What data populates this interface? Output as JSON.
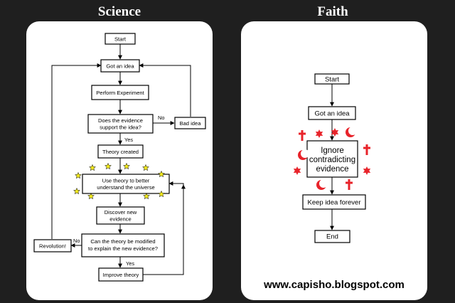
{
  "titles": {
    "science": "Science",
    "faith": "Faith"
  },
  "science": {
    "start": "Start",
    "got_idea": "Got an idea",
    "perform": "Perform Experiment",
    "question1_l1": "Does the evidence",
    "question1_l2": "support the idea?",
    "no1": "No",
    "bad_idea": "Bad idea",
    "yes1": "Yes",
    "theory_created": "Theory created",
    "use_l1": "Use theory to better",
    "use_l2": "understand the universe",
    "discover_l1": "Discover new",
    "discover_l2": "evidence",
    "question2_l1": "Can the theory be modified",
    "question2_l2": "to explain the new evidence?",
    "no2": "No",
    "revolution": "Revolution!",
    "yes2": "Yes",
    "improve": "Improve theory"
  },
  "faith": {
    "start": "Start",
    "got_idea": "Got an idea",
    "ignore_l1": "Ignore",
    "ignore_l2": "contradicting",
    "ignore_l3": "evidence",
    "keep": "Keep idea forever",
    "end": "End"
  },
  "url": "www.capisho.blogspot.com",
  "colors": {
    "background": "#1f1f1f",
    "panel": "#ffffff",
    "star": "#f3ea1c",
    "symbol": "#e8232a"
  },
  "icons": {
    "science_decor": "star-icon",
    "faith_decor": [
      "cross-icon",
      "star-icon",
      "crescent-icon"
    ]
  }
}
